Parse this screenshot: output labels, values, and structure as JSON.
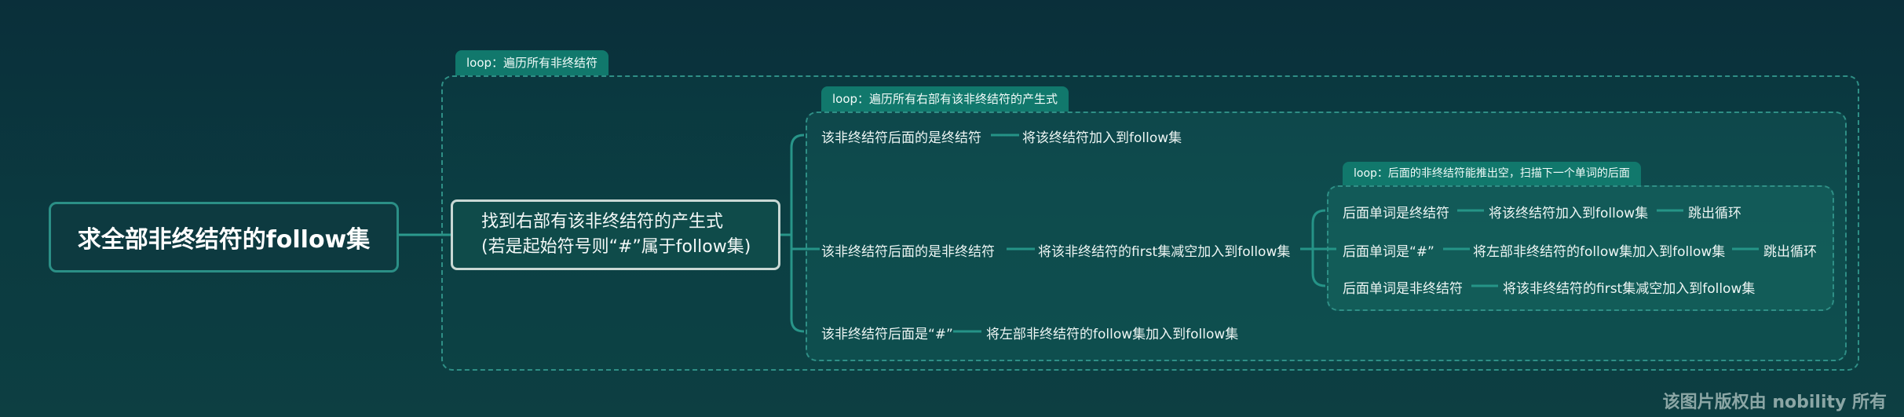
{
  "root": {
    "label": "求全部非终结符的follow集"
  },
  "middle": {
    "line1": "找到右部有该非终结符的产生式",
    "line2": "(若是起始符号则“#”属于follow集)"
  },
  "loops": {
    "outer": "loop：遍历所有非终结符",
    "inner": "loop：遍历所有右部有该非终结符的产生式",
    "innermost": "loop：后面的非终结符能推出空，扫描下一个单词的后面"
  },
  "branches": [
    {
      "condition": "该非终结符后面的是终结符",
      "action": "将该终结符加入到follow集"
    },
    {
      "condition": "该非终结符后面的是非终结符",
      "action": "将该非终结符的first集减空加入到follow集"
    },
    {
      "condition": "该非终结符后面是“#”",
      "action": "将左部非终结符的follow集加入到follow集"
    }
  ],
  "sub_branches": [
    {
      "condition": "后面单词是终结符",
      "action": "将该终结符加入到follow集",
      "result": "跳出循环"
    },
    {
      "condition": "后面单词是“#”",
      "action": "将左部非终结符的follow集加入到follow集",
      "result": "跳出循环"
    },
    {
      "condition": "后面单词是非终结符",
      "action": "将该非终结符的first集减空加入到follow集"
    }
  ],
  "watermark": "该图片版权由 nobility 所有",
  "colors": {
    "background": "#0b3a40",
    "accent": "#11786c",
    "frame": "#2f8f86",
    "line": "#2b9a8e"
  }
}
